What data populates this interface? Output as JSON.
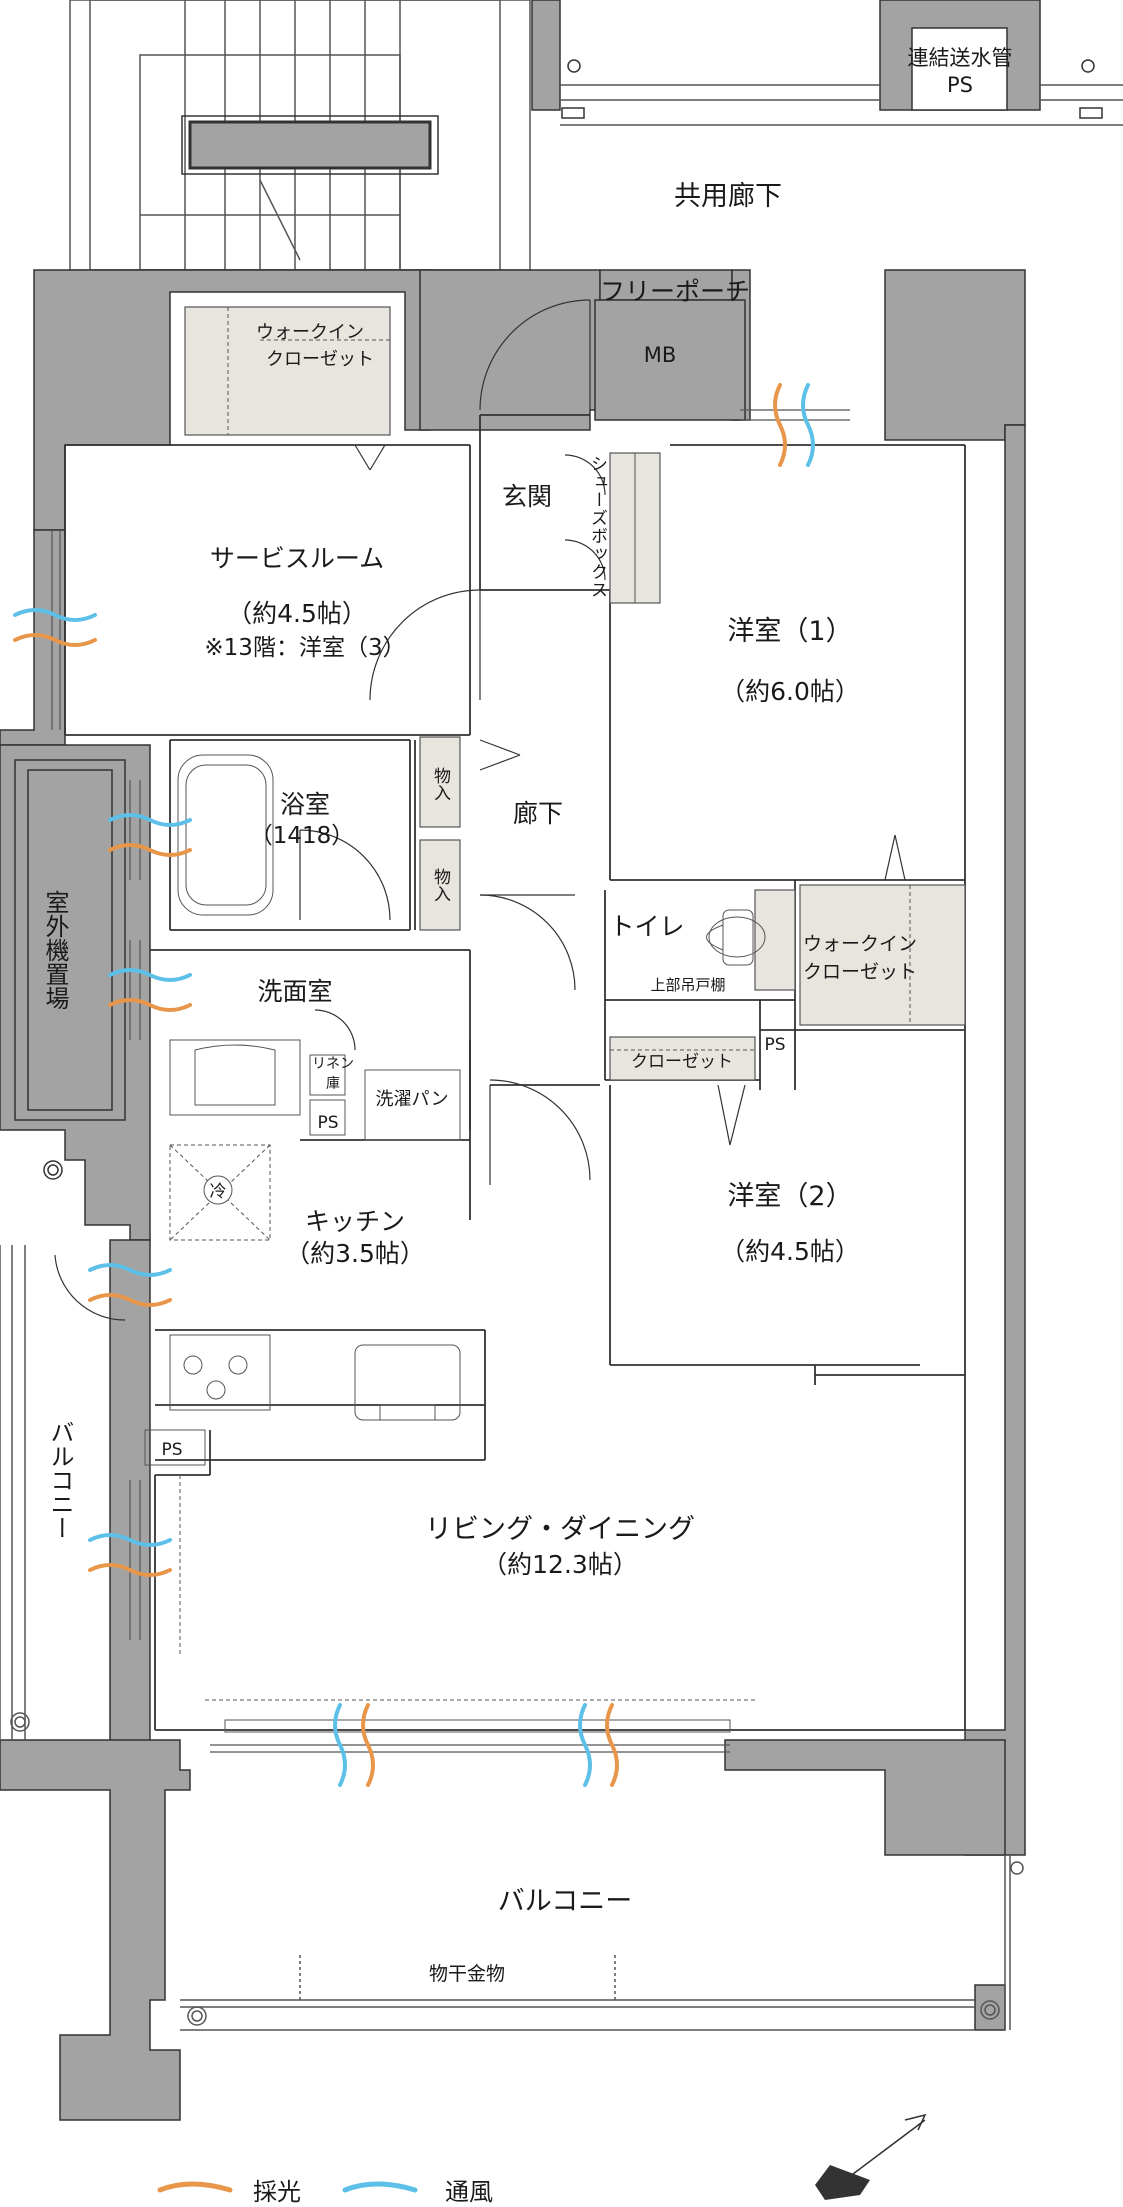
{
  "rooms": {
    "service_room": {
      "name": "サービスルーム",
      "size": "（約4.5帖）",
      "note": "※13階：洋室（3）"
    },
    "western_room_1": {
      "name": "洋室（1）",
      "size": "（約6.0帖）"
    },
    "western_room_2": {
      "name": "洋室（2）",
      "size": "（約4.5帖）"
    },
    "bathroom": {
      "name": "浴室",
      "size": "（1418）"
    },
    "washroom": {
      "name": "洗面室"
    },
    "kitchen": {
      "name": "キッチン",
      "size": "（約3.5帖）"
    },
    "living_dining": {
      "name": "リビング・ダイニング",
      "size": "（約12.3帖）"
    },
    "hallway": {
      "name": "廊下"
    },
    "entrance": {
      "name": "玄関"
    },
    "toilet": {
      "name": "トイレ"
    }
  },
  "labels": {
    "corridor": "共用廊下",
    "free_porch": "フリーポーチ",
    "mb": "MB",
    "connection_pipe_1": "連結送水管",
    "connection_pipe_2": "PS",
    "walkin_closet_1a": "ウォークイン",
    "walkin_closet_1b": "クローゼット",
    "walkin_closet_2a": "ウォークイン",
    "walkin_closet_2b": "クローゼット",
    "shoes_box": "シューズボックス",
    "storage_1": "物入",
    "storage_2": "物入",
    "upper_shelf": "上部吊戸棚",
    "closet": "クローゼット",
    "ps": "PS",
    "linen_1": "リネン",
    "linen_2": "庫",
    "laundry_pan": "洗濯パン",
    "fridge": "冷",
    "outdoor_unit": "室外機置場",
    "balcony_side": "バルコニー",
    "balcony_bottom": "バルコニー",
    "drying_hardware": "物干金物"
  },
  "legend": {
    "daylight": "採光",
    "ventilation": "通風",
    "daylight_color": "#e8964a",
    "ventilation_color": "#5cc0e8"
  },
  "colors": {
    "wall": "#a3a3a3",
    "wall_stroke": "#333333",
    "closet_fill": "#e8e5df",
    "line": "#333333"
  }
}
